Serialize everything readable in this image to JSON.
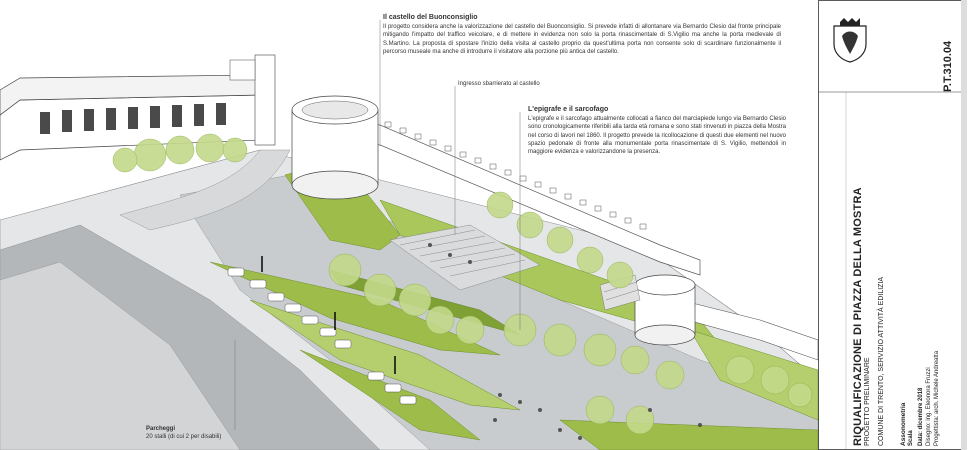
{
  "annotations": {
    "castello": {
      "title": "Il castello del Buonconsiglio",
      "body": "Il progetto considera anche la valorizzazione del castello del Buonconsiglio. Si prevede infatti di allontanare via Bernardo Clesio dal fronte principale mitigando l'impatto del traffico veicolare, e di mettere in evidenza non solo la porta rinascimentale di S.Vigilio ma anche la porta medievale di S.Martino. La proposta di spostare l'inizio della visita al castello proprio da quest'ultima porta non consente solo di scardinare funzionalmente il percorso museale ma anche di introdurre il visitatore alla porzione più antica del castello."
    },
    "ingresso": "Ingresso sbarrierato al castello",
    "epigrafe": {
      "title": "L'epigrafe e il sarcofago",
      "body": "L'epigrafe e il sarcofago attualmente collocati a fianco del marciapiede lungo via Bernardo Clesio sono cronologicamente riferibili alla tarda età romana e sono stati rinvenuti in piazza della Mostra nel corso di lavori nel 1860. Il progetto prevede la ricollocazione di questi due elementi nel nuovo spazio pedonale di fronte alla monumentale porta rinascimentale di S. Vigilio, mettendoli in maggiore evidenza e valorizzandone la presenza."
    },
    "parcheggi": {
      "title": "Parcheggi",
      "body": "20 stalli (di cui 2 per disabili)"
    }
  },
  "legend": {
    "title": "RIQUALIFICAZIONE DI PIAZZA DELLA MOSTRA",
    "subtitle": "PROGETTO PRELIMINARE",
    "office": "COMUNE DI TRENTO, SERVIZIO ATTIVITÀ EDILIZIA",
    "sheet_code": "P.T.310.04",
    "drawing": "Assonometria",
    "scale_label": "Scala",
    "date": "Data: dicembre 2018",
    "drawn_by": "Disegno: ing. Eleonora Fruzzi",
    "designer": "Progettista: arch. Michele Andreatta"
  },
  "colors": {
    "grass": "#9dbc4a",
    "grass_light": "#b6cf6e",
    "grass_dark": "#7fa035",
    "paving": "#c9cccf",
    "road": "#b4b7ba",
    "wall": "#ffffff",
    "tree": "#c3d98a"
  }
}
